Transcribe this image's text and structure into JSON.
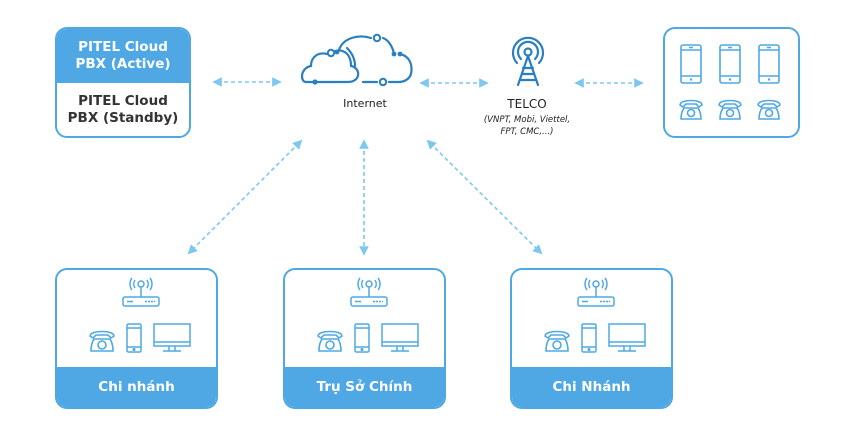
{
  "pbx": {
    "active_label": "PITEL Cloud PBX (Active)",
    "active_line1": "PITEL Cloud",
    "active_line2": "PBX (Active)",
    "standby_line1": "PITEL Cloud",
    "standby_line2": "PBX (Standby)"
  },
  "internet": {
    "label": "Internet",
    "icon": "cloud-network-icon"
  },
  "telco": {
    "label": "TELCO",
    "providers_line1": "(VNPT, Mobi, Viettel,",
    "providers_line2": "FPT, CMC,...)",
    "icon": "radio-tower-icon"
  },
  "endpoints": {
    "mobile_count": 3,
    "deskphone_count": 3,
    "icons": [
      "smartphone-icon",
      "desk-phone-icon"
    ]
  },
  "sites": [
    {
      "label": "Chi nhánh",
      "devices": [
        "wifi-router-icon",
        "desk-phone-icon",
        "smartphone-icon",
        "monitor-icon"
      ]
    },
    {
      "label": "Trụ Sở Chính",
      "devices": [
        "wifi-router-icon",
        "desk-phone-icon",
        "smartphone-icon",
        "monitor-icon"
      ]
    },
    {
      "label": "Chi Nhánh",
      "devices": [
        "wifi-router-icon",
        "desk-phone-icon",
        "smartphone-icon",
        "monitor-icon"
      ]
    }
  ],
  "colors": {
    "primary": "#4fa8e3",
    "arrow": "#7cc8ef",
    "icon_stroke": "#2a7fc0",
    "text": "#222222"
  }
}
